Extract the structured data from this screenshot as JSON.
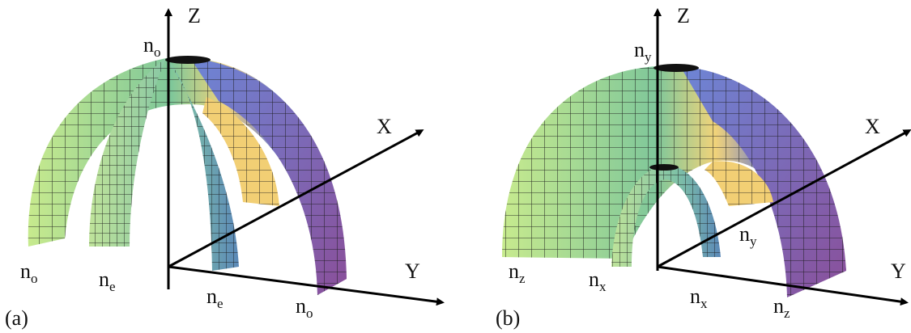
{
  "panels": [
    {
      "id": "a",
      "panel_label": "(a)",
      "axes": {
        "z": "Z",
        "x": "X",
        "y": "Y"
      },
      "labels": {
        "top": {
          "base": "n",
          "sub": "o"
        },
        "left_outer": {
          "base": "n",
          "sub": "o"
        },
        "left_inner": {
          "base": "n",
          "sub": "e"
        },
        "bottom_inner": {
          "base": "n",
          "sub": "e"
        },
        "bottom_outer": {
          "base": "n",
          "sub": "o"
        }
      }
    },
    {
      "id": "b",
      "panel_label": "(b)",
      "axes": {
        "z": "Z",
        "x": "X",
        "y": "Y"
      },
      "labels": {
        "top": {
          "base": "n",
          "sub": "y"
        },
        "left_outer": {
          "base": "n",
          "sub": "z"
        },
        "left_inner": {
          "base": "n",
          "sub": "x"
        },
        "inner_right": {
          "base": "n",
          "sub": "y"
        },
        "bottom_inner": {
          "base": "n",
          "sub": "x"
        },
        "bottom_outer": {
          "base": "n",
          "sub": "z"
        }
      }
    }
  ],
  "colors": {
    "axis": "#000000",
    "mesh": "#1a1a1a",
    "green": "#bfe38a",
    "yellow": "#f2cf74",
    "blue": "#6c78c8",
    "purple": "#7d5a9e",
    "teal": "#4aa3a0"
  }
}
